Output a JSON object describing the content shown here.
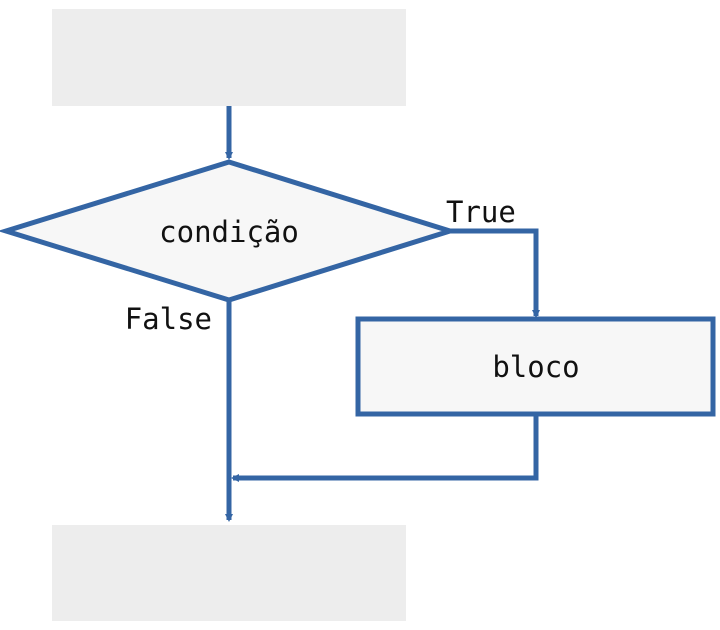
{
  "diagram": {
    "decision": {
      "label": "condição"
    },
    "process": {
      "label": "bloco"
    },
    "branches": {
      "true_label": "True",
      "false_label": "False"
    },
    "colors": {
      "stroke": "#3465a4",
      "shape_fill": "#f7f7f7",
      "placeholder_fill": "#ededed",
      "text": "#111111"
    }
  }
}
